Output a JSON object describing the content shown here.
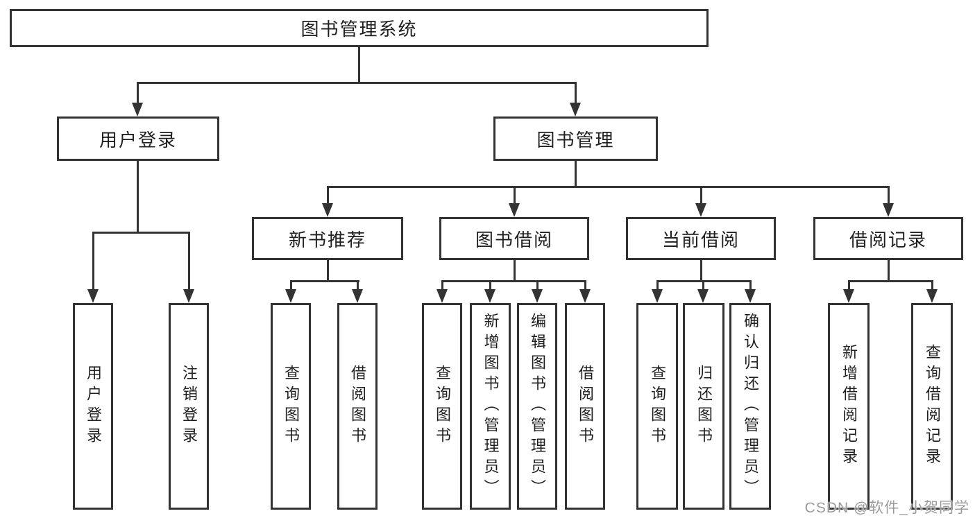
{
  "colors": {
    "line": "#333333",
    "text": "#1f1f1f",
    "background": "#ffffff",
    "watermark": "#9b9b9b"
  },
  "watermark": {
    "text": "CSDN @软件_小贺同学"
  },
  "tree": {
    "label": "图书管理系统",
    "children": [
      {
        "label": "用户登录",
        "children": [
          {
            "label": "用户登录"
          },
          {
            "label": "注销登录"
          }
        ]
      },
      {
        "label": "图书管理",
        "children": [
          {
            "label": "新书推荐",
            "children": [
              {
                "label": "查询图书"
              },
              {
                "label": "借阅图书"
              }
            ]
          },
          {
            "label": "图书借阅",
            "children": [
              {
                "label": "查询图书"
              },
              {
                "label": "新增图书（管理员）"
              },
              {
                "label": "编辑图书（管理员）"
              },
              {
                "label": "借阅图书"
              }
            ]
          },
          {
            "label": "当前借阅",
            "children": [
              {
                "label": "查询图书"
              },
              {
                "label": "归还图书"
              },
              {
                "label": "确认归还（管理员）"
              }
            ]
          },
          {
            "label": "借阅记录",
            "children": [
              {
                "label": "新增借阅记录"
              },
              {
                "label": "查询借阅记录"
              }
            ]
          }
        ]
      }
    ]
  }
}
